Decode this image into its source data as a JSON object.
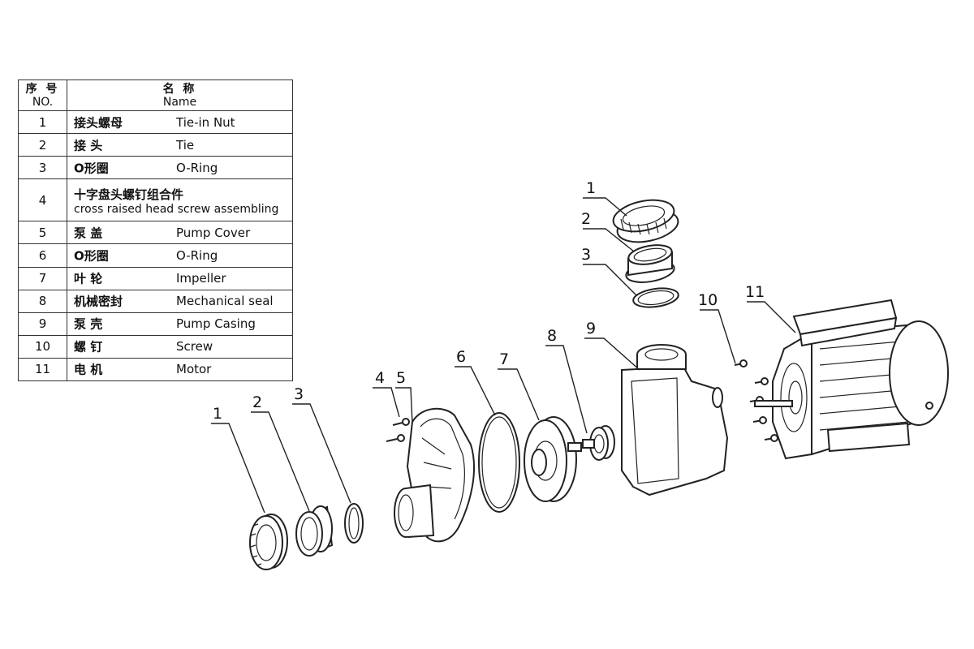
{
  "table": {
    "header": {
      "no_zh": "序 号",
      "no_en": "NO.",
      "name_zh": "名 称",
      "name_en": "Name"
    },
    "rows": [
      {
        "no": "1",
        "zh": "接头螺母",
        "en": "Tie-in Nut"
      },
      {
        "no": "2",
        "zh": "接  头",
        "en": "Tie"
      },
      {
        "no": "3",
        "zh": "O形圈",
        "en": "O-Ring"
      },
      {
        "no": "4",
        "zh": "十字盘头螺钉组合件",
        "en": "cross raised head screw assembling"
      },
      {
        "no": "5",
        "zh": "泵  盖",
        "en": "Pump Cover"
      },
      {
        "no": "6",
        "zh": "O形圈",
        "en": "O-Ring"
      },
      {
        "no": "7",
        "zh": "叶  轮",
        "en": "Impeller"
      },
      {
        "no": "8",
        "zh": "机械密封",
        "en": "Mechanical seal"
      },
      {
        "no": "9",
        "zh": "泵  壳",
        "en": "Pump Casing"
      },
      {
        "no": "10",
        "zh": "螺  钉",
        "en": "Screw"
      },
      {
        "no": "11",
        "zh": "电  机",
        "en": "Motor"
      }
    ]
  },
  "callouts": {
    "top_1": "1",
    "top_2": "2",
    "top_3": "3",
    "c10": "10",
    "c11": "11",
    "c9": "9",
    "c8": "8",
    "c7": "7",
    "c6": "6",
    "c4": "4",
    "c5": "5",
    "bot_1": "1",
    "bot_2": "2",
    "bot_3": "3"
  }
}
